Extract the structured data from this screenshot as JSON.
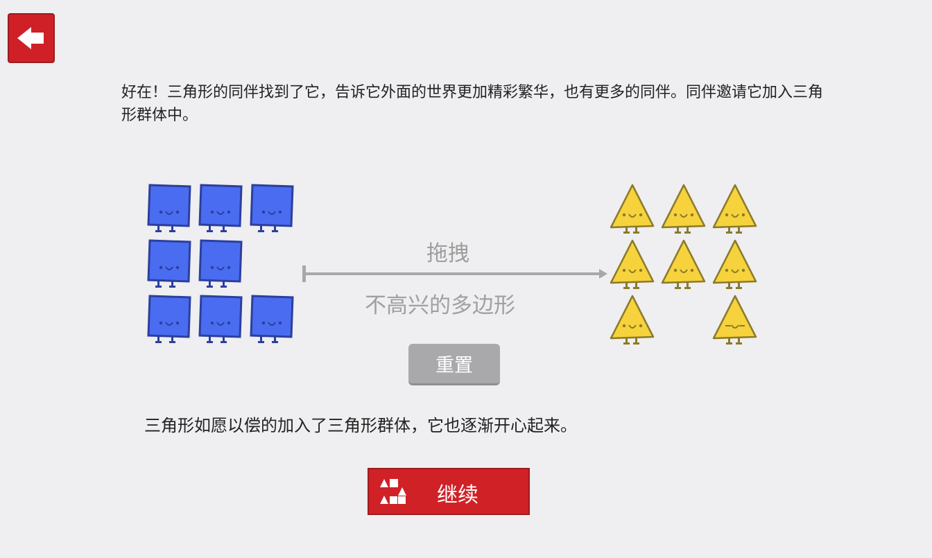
{
  "nav": {
    "back_icon": "arrow-left-icon"
  },
  "intro_text": "好在！三角形的同伴找到了它，告诉它外面的世界更加精彩繁华，也有更多的同伴。同伴邀请它加入三角形群体中。",
  "simulation": {
    "drag_label": "拖拽",
    "unhappy_label": "不高兴的多边形",
    "reset_label": "重置",
    "square_color": "#4a6cf0",
    "triangle_color": "#f6d23c",
    "squares": [
      {
        "row": 0,
        "col": 0,
        "mood": "happy"
      },
      {
        "row": 0,
        "col": 1,
        "mood": "happy"
      },
      {
        "row": 0,
        "col": 2,
        "mood": "happy"
      },
      {
        "row": 1,
        "col": 0,
        "mood": "happy"
      },
      {
        "row": 1,
        "col": 1,
        "mood": "happy"
      },
      {
        "row": 2,
        "col": 0,
        "mood": "happy"
      },
      {
        "row": 2,
        "col": 1,
        "mood": "happy"
      },
      {
        "row": 2,
        "col": 2,
        "mood": "happy"
      }
    ],
    "triangles": [
      {
        "row": 0,
        "col": 0,
        "mood": "happy"
      },
      {
        "row": 0,
        "col": 1,
        "mood": "happy"
      },
      {
        "row": 0,
        "col": 2,
        "mood": "happy"
      },
      {
        "row": 1,
        "col": 0,
        "mood": "happy"
      },
      {
        "row": 1,
        "col": 1,
        "mood": "happy"
      },
      {
        "row": 1,
        "col": 2,
        "mood": "happy"
      },
      {
        "row": 2,
        "col": 0,
        "mood": "happy"
      },
      {
        "row": 2,
        "col": 2,
        "mood": "content"
      }
    ]
  },
  "result_text": "三角形如愿以偿的加入了三角形群体，它也逐渐开心起来。",
  "continue": {
    "label": "继续",
    "icon": "shapes-icon"
  }
}
